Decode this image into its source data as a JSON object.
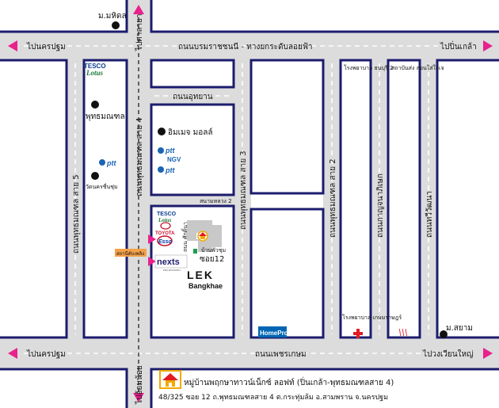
{
  "roads": {
    "top_road": "ถนนบรมราชชนนี - ทางยกระดับลอยฟ้า",
    "top_left": "ไปนครปฐม",
    "top_right": "ไปปิ่นเกล้า",
    "top_north": "ไปศาลายา",
    "bottom_road": "ถนนเพชรเกษม",
    "bottom_left": "ไปนครปฐม",
    "bottom_right": "ไปวงเวียนใหญ่",
    "bottom_south": "ไปอ้อมน้อย",
    "udhayan": "ถนนอุทยาน",
    "sanamluang2": "สนามหลวง 2",
    "pmt5": "ถนนพุทธมณฑล สาย 5",
    "pmt4": "ถนนพุทธมณฑล สาย 4",
    "pmt3": "ถนนพุทธมณฑล สาย 3",
    "pmt2": "ถนนพุทธมณฑล สาย 2",
    "kaew": "ถนนกาญจนาภิเษก",
    "nong": "ถนนทวีวัฒนา"
  },
  "places": {
    "mahidol": "ม.มหิดล",
    "buddhamonthon": "พุทธมณฑล",
    "watrai": "วัดนครชื่นชุ่ม",
    "emporium": "อิมเมจ มอลล์",
    "hospital1": "โรงพยาบาล ธนบุรี 2",
    "school": "สถาบันส่ง สอนใส่ใจเจ",
    "hospital2": "โรงพยาบาล เกษมราษฎร์",
    "siam_u": "ม.สยาม",
    "police": "สถานีดับเพลิง",
    "home_label": "บ้านพัวชุม",
    "soi": "ซอย12",
    "small_road": "ถนน ศักดิ์นา"
  },
  "brands": {
    "tesco1": "TESCO",
    "lotus1": "Lotus",
    "tesco2": "TESCO",
    "lotus2": "Lotus",
    "ptt1": "ptt",
    "ptt2": "ptt",
    "ptt3": "ptt",
    "ngv": "NGV",
    "toyota": "TOYOTA",
    "esso": "Esso",
    "nexts": "nexts",
    "nexts_sub": "PRAJAKSAPAN",
    "lek": "LEK",
    "bangkhae": "Bangkhae",
    "homepro": "HomePro"
  },
  "footer": {
    "project": "หมู่บ้านพฤกษาทาวน์เน็กซ์ ลอฟท์ (ปิ่นเกล้า-พุทธมณฑลสาย 4)",
    "address": "48/325 ซอย 12 ถ.พุทธมณฑลสาย 4 ต.กระทุ่มล้ม อ.สามพราน จ.นครปฐม"
  },
  "colors": {
    "road": "#dcdcdc",
    "edge": "#1c1c6e",
    "arrow": "#e8218c",
    "hospital": "#e21b23",
    "home_frame": "#f2a900"
  }
}
